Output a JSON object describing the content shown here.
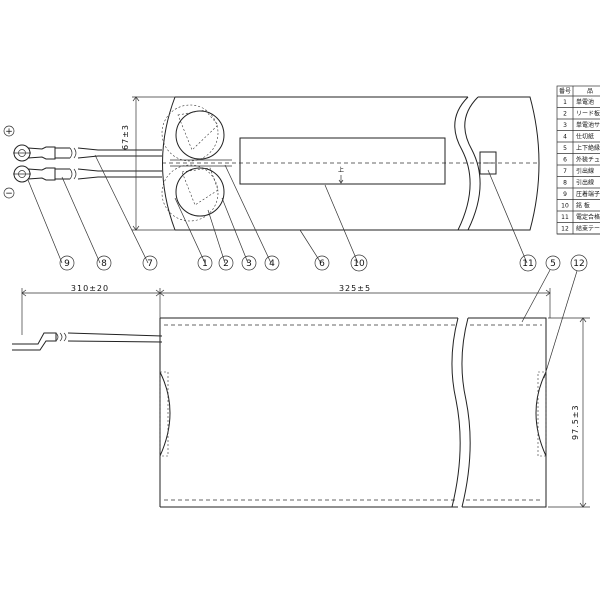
{
  "terminals": {
    "plus": "+",
    "minus": "−"
  },
  "dimensions": {
    "height_top": "67±3",
    "lead_length": "310±20",
    "body_length": "325±5",
    "body_height": "97.5±3"
  },
  "center_mark": "上",
  "callouts": [
    "1",
    "2",
    "3",
    "4",
    "5",
    "6",
    "7",
    "8",
    "9",
    "10",
    "11",
    "12"
  ],
  "parts_table": {
    "header": [
      "番号",
      "品"
    ],
    "rows": [
      [
        "1",
        "単電池"
      ],
      [
        "2",
        "リード板"
      ],
      [
        "3",
        "単電池サ"
      ],
      [
        "4",
        "仕切紙"
      ],
      [
        "5",
        "上下絶縁"
      ],
      [
        "6",
        "外装チュ"
      ],
      [
        "7",
        "引出線"
      ],
      [
        "8",
        "引出線"
      ],
      [
        "9",
        "圧着端子"
      ],
      [
        "10",
        "銘 板"
      ],
      [
        "11",
        "電定合格"
      ],
      [
        "12",
        "結束テー"
      ]
    ]
  }
}
